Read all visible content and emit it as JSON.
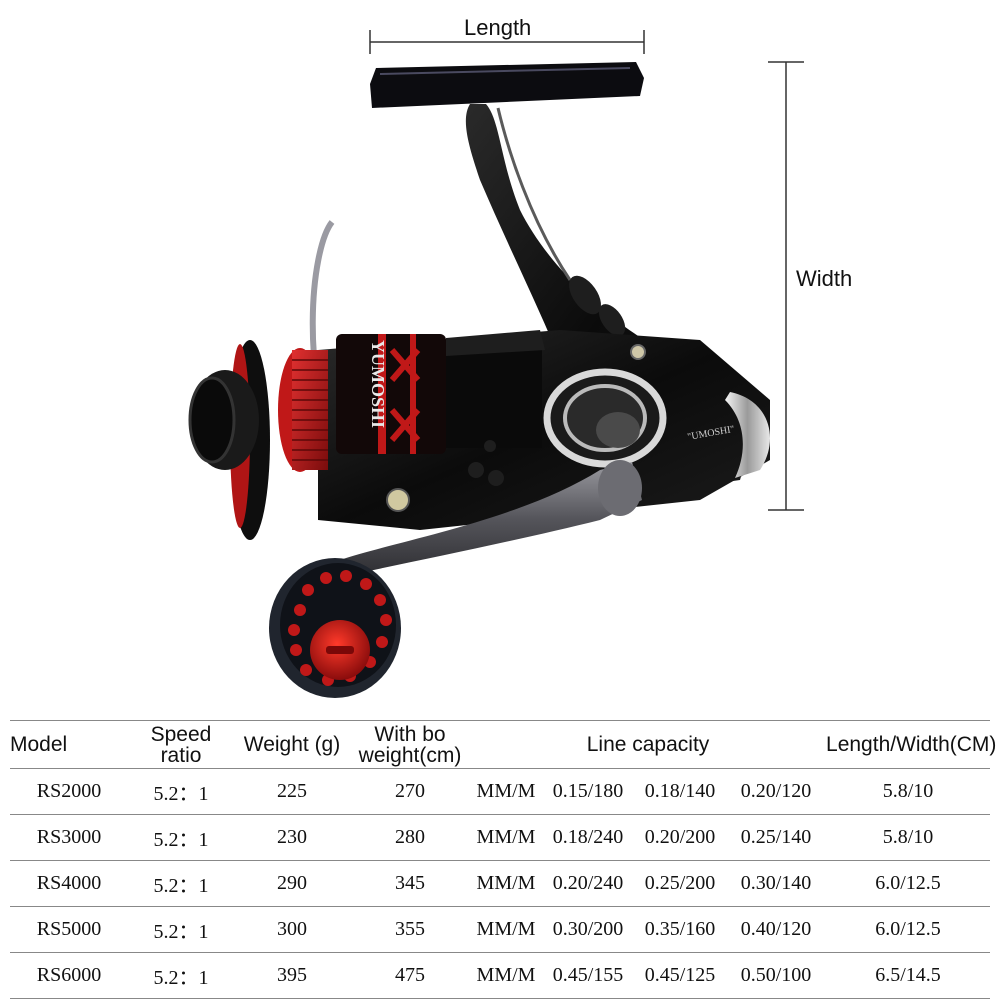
{
  "diagram": {
    "length_label": "Length",
    "width_label": "Width"
  },
  "reel": {
    "spool_brand": "YUMOSHI",
    "body_brand": "\"UMOSHI\"",
    "colors": {
      "body": "#0d0d0d",
      "accent": "#c01818",
      "handle": "#6a6a70",
      "chrome": "#c8c8c8"
    }
  },
  "table": {
    "headers": {
      "model": "Model",
      "speed_line1": "Speed",
      "speed_line2": "ratio",
      "weight": "Weight (g)",
      "withbo_line1": "With bo",
      "withbo_line2": "weight(cm)",
      "line_capacity": "Line capacity",
      "lw": "Length/Width(CM)"
    },
    "rows": [
      {
        "model": "RS2000",
        "ratio": "5.2：1",
        "weight": "225",
        "withbo": "270",
        "unit": "MM/M",
        "cap1": "0.15/180",
        "cap2": "0.18/140",
        "cap3": "0.20/120",
        "lw": "5.8/10"
      },
      {
        "model": "RS3000",
        "ratio": "5.2：1",
        "weight": "230",
        "withbo": "280",
        "unit": "MM/M",
        "cap1": "0.18/240",
        "cap2": "0.20/200",
        "cap3": "0.25/140",
        "lw": "5.8/10"
      },
      {
        "model": "RS4000",
        "ratio": "5.2：1",
        "weight": "290",
        "withbo": "345",
        "unit": "MM/M",
        "cap1": "0.20/240",
        "cap2": "0.25/200",
        "cap3": "0.30/140",
        "lw": "6.0/12.5"
      },
      {
        "model": "RS5000",
        "ratio": "5.2：1",
        "weight": "300",
        "withbo": "355",
        "unit": "MM/M",
        "cap1": "0.30/200",
        "cap2": "0.35/160",
        "cap3": "0.40/120",
        "lw": "6.0/12.5"
      },
      {
        "model": "RS6000",
        "ratio": "5.2：1",
        "weight": "395",
        "withbo": "475",
        "unit": "MM/M",
        "cap1": "0.45/155",
        "cap2": "0.45/125",
        "cap3": "0.50/100",
        "lw": "6.5/14.5"
      }
    ]
  }
}
